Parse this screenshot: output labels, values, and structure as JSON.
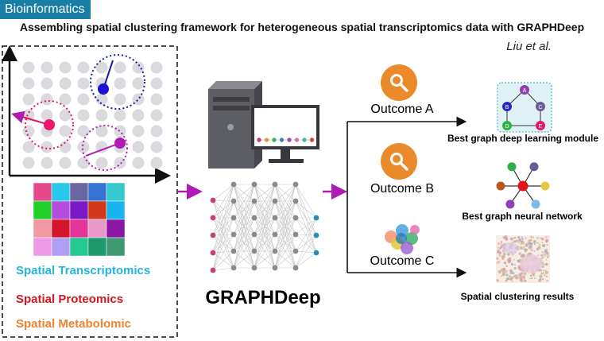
{
  "header": {
    "topic": "Bioinformatics",
    "title": "Assembling spatial clustering framework for heterogeneous spatial transcriptomics data with GRAPHDeep",
    "authors": "Liu et al."
  },
  "input_panel": {
    "datatypes": [
      {
        "label": "Spatial Transcriptomics",
        "color": "#22b5e0"
      },
      {
        "label": "Spatial Proteomics",
        "color": "#d3161b"
      },
      {
        "label": "Spatial Metabolomic",
        "color": "#ee8233"
      }
    ],
    "heatmap_colors": [
      [
        "#e44a8a",
        "#26c9ea",
        "#6a66a0",
        "#3573d4",
        "#36c8cf"
      ],
      [
        "#21d12a",
        "#b44ce0",
        "#7a1ac5",
        "#d4381a",
        "#18b5f0"
      ],
      [
        "#f19aa4",
        "#d5152a",
        "#e2349a",
        "#e899c9",
        "#8a17a6"
      ],
      [
        "#ee9ae6",
        "#ae9ff3",
        "#25c793",
        "#1f9a6e",
        "#3f9a74"
      ]
    ]
  },
  "model": {
    "name": "GRAPHDeep"
  },
  "outcomes": [
    {
      "label": "Outcome A",
      "result": "Best graph deep learning module",
      "icon": "magnifier-icon"
    },
    {
      "label": "Outcome B",
      "result": "Best graph neural network",
      "icon": "magnifier-icon"
    },
    {
      "label": "Outcome C",
      "result": "Spatial clustering results",
      "icon": "cell-cluster-icon"
    }
  ],
  "graph_nodes": [
    "A",
    "B",
    "C",
    "D",
    "E"
  ],
  "colors": {
    "accent_arrow": "#b01bb5",
    "outcome_orange": "#ea8a2a",
    "badge": "#1a7da6",
    "dashed_border": "#111111"
  }
}
